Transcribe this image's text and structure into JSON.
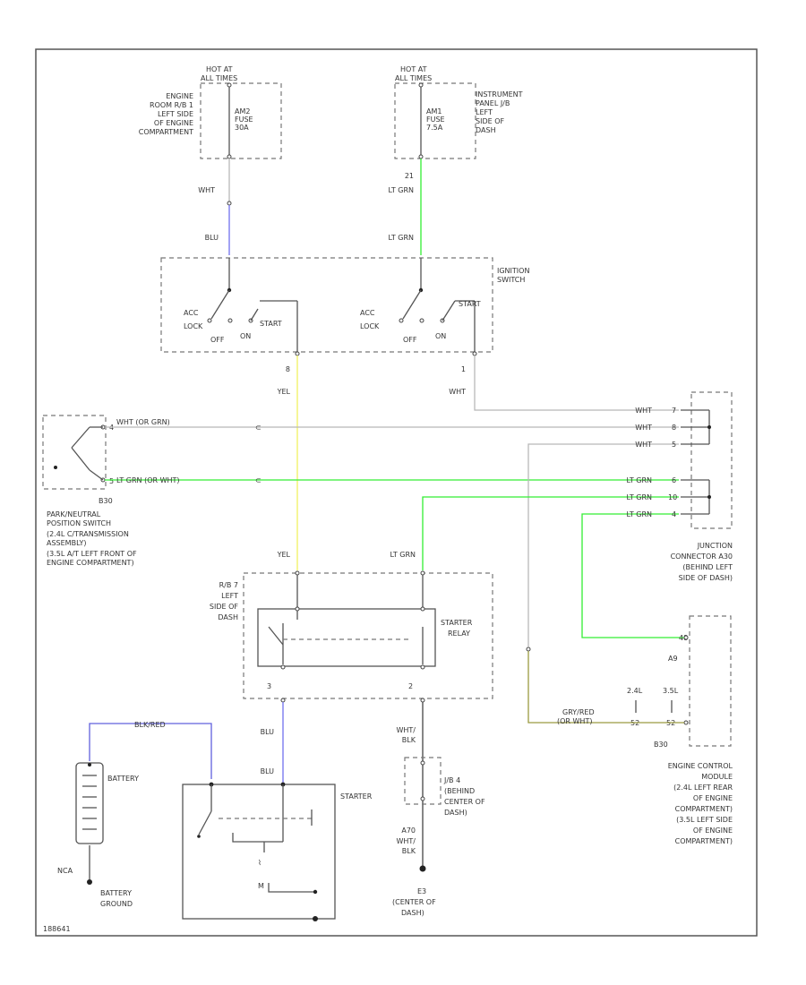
{
  "colors": {
    "white_wire": "#b8b8b8",
    "blue_wire": "#7070ee",
    "lt_green_wire": "#33ee33",
    "yellow_wire": "#f0f060",
    "gray_red_wire": "#9a9a40",
    "black_wire": "#444444"
  },
  "fuses": {
    "left": {
      "hot": [
        "HOT AT",
        "ALL TIMES"
      ],
      "label": [
        "AM2",
        "FUSE",
        "30A"
      ],
      "location": [
        "ENGINE",
        "ROOM R/B 1",
        "LEFT SIDE",
        "OF ENGINE",
        "COMPARTMENT"
      ]
    },
    "right": {
      "hot": [
        "HOT AT",
        "ALL TIMES"
      ],
      "label": [
        "AM1",
        "FUSE",
        "7.5A"
      ],
      "location": [
        "INSTRUMENT",
        "PANEL J/B",
        "LEFT",
        "SIDE OF",
        "DASH"
      ]
    }
  },
  "ignition": {
    "title": [
      "IGNITION",
      "SWITCH"
    ],
    "left": {
      "acc": "ACC",
      "lock": "LOCK",
      "off": "OFF",
      "on": "ON",
      "start": "START"
    },
    "right": {
      "acc": "ACC",
      "lock": "LOCK",
      "off": "OFF",
      "on": "ON",
      "start": "START"
    }
  },
  "wires": {
    "wht_top": "WHT",
    "blu_top": "BLU",
    "pin_21": "21",
    "lt_grn_top": "LT GRN",
    "lt_grn_top2": "LT GRN",
    "pin_8": "8",
    "yel_top": "YEL",
    "pin_1": "1",
    "wht_right": "WHT",
    "park_wht": "WHT (OR GRN)",
    "park_ltgrn": "LT GRN (OR WHT)",
    "yel_mid": "YEL",
    "lt_grn_mid": "LT GRN",
    "wht_blk_mid": [
      "WHT/",
      "BLK"
    ],
    "wht_blk_low": [
      "WHT/",
      "BLK"
    ],
    "blu_low1": "BLU",
    "blu_low2": "BLU",
    "blk_red": "BLK/RED",
    "gry_red": [
      "GRY/RED",
      "(OR WHT)"
    ]
  },
  "junction": {
    "rows": [
      {
        "color": "WHT",
        "pin": "7"
      },
      {
        "color": "WHT",
        "pin": "8"
      },
      {
        "color": "WHT",
        "pin": "5"
      },
      {
        "color": "LT GRN",
        "pin": "6"
      },
      {
        "color": "LT GRN",
        "pin": "10"
      },
      {
        "color": "LT GRN",
        "pin": "4"
      }
    ],
    "label": [
      "JUNCTION",
      "CONNECTOR A30",
      "(BEHIND LEFT",
      "SIDE OF DASH)"
    ]
  },
  "park_switch": {
    "pin_top": "4",
    "pin_bottom": "5",
    "connector": "B30",
    "label": [
      "PARK/NEUTRAL",
      "POSITION SWITCH",
      "(2.4L C/TRANSMISSION",
      "ASSEMBLY)",
      "(3.5L A/T LEFT FRONT OF",
      "ENGINE COMPARTMENT)"
    ]
  },
  "relay": {
    "rb": [
      "R/B 7",
      "LEFT",
      "SIDE OF",
      "DASH"
    ],
    "title": [
      "STARTER",
      "RELAY"
    ],
    "pin_3": "3",
    "pin_2": "2"
  },
  "ecm": {
    "connector_top": "A9",
    "pin_top": "48",
    "sub1": "2.4L",
    "sub2": "3.5L",
    "pin_a": "52",
    "pin_b": "52",
    "connector_bottom": "B30",
    "label": [
      "ENGINE CONTROL",
      "MODULE",
      "(2.4L LEFT REAR",
      "OF ENGINE",
      "COMPARTMENT)",
      "(3.5L LEFT SIDE",
      "OF ENGINE",
      "COMPARTMENT)"
    ]
  },
  "ground_j": {
    "label": [
      "J/B 4",
      "(BEHIND",
      "CENTER OF",
      "DASH)"
    ],
    "pin": "A70"
  },
  "ground_e3": {
    "name": "E3",
    "label": [
      "(CENTER OF",
      "DASH)"
    ]
  },
  "battery": {
    "title": "BATTERY",
    "neg": "NCA",
    "ground": [
      "BATTERY",
      "GROUND"
    ]
  },
  "starter": {
    "title": "STARTER",
    "motor": "M"
  },
  "footer": "188641"
}
